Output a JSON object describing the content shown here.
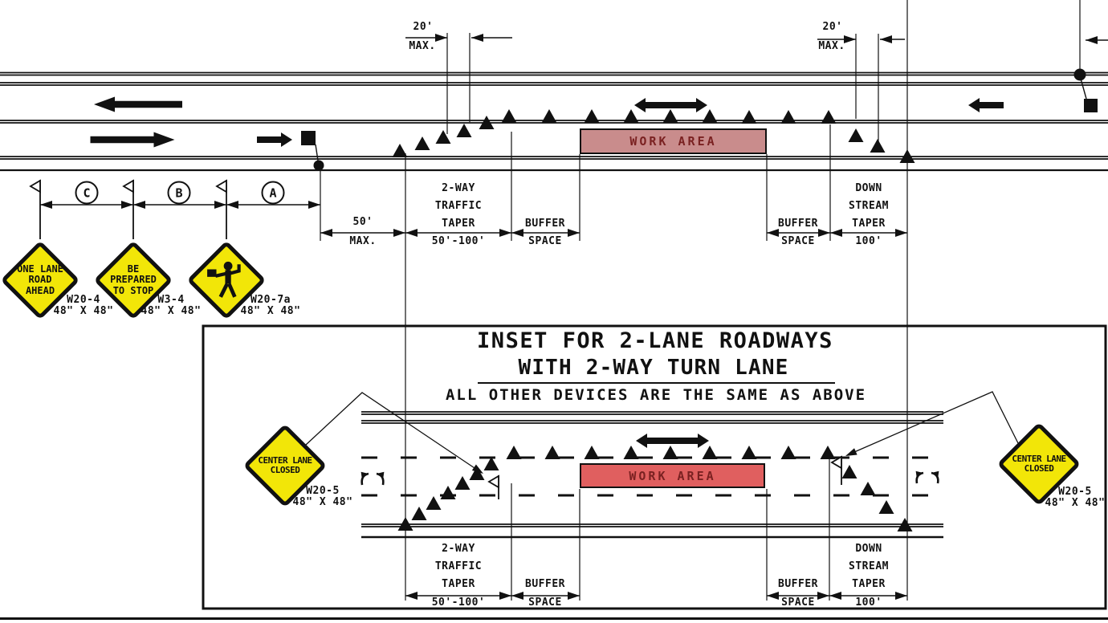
{
  "colors": {
    "background": "#FFFFFF",
    "line": "#111111",
    "sign_yellow": "#F2E608",
    "work_area_top_fill": "#C98C8C",
    "work_area_inset_fill": "#E05F5F",
    "work_area_text": "#7A2121"
  },
  "top": {
    "dim20_left": {
      "value": "20'",
      "label": "MAX."
    },
    "dim20_right": {
      "value": "20'",
      "label": "MAX."
    },
    "work_area_label": "WORK AREA",
    "station_letters": [
      "C",
      "B",
      "A"
    ],
    "dims": {
      "d50": {
        "l1": "50'",
        "l2": "MAX."
      },
      "taper": {
        "l1": "2-WAY",
        "l2": "TRAFFIC",
        "l3": "TAPER",
        "l4": "50'-100'"
      },
      "buffer_left": {
        "l1": "BUFFER",
        "l2": "SPACE"
      },
      "buffer_right": {
        "l1": "BUFFER",
        "l2": "SPACE"
      },
      "downstream": {
        "l1": "DOWN",
        "l2": "STREAM",
        "l3": "TAPER",
        "l4": "100'"
      }
    },
    "signs": {
      "w20_4": {
        "line1": "ONE LANE",
        "line2": "ROAD",
        "line3": "AHEAD",
        "code": "W20-4",
        "size": "48\" X 48\""
      },
      "w3_4": {
        "line1": "BE",
        "line2": "PREPARED",
        "line3": "TO STOP",
        "code": "W3-4",
        "size": "48\" X 48\""
      },
      "w20_7a": {
        "code": "W20-7a",
        "size": "48\" X 48\""
      }
    }
  },
  "inset": {
    "title_line1": "INSET FOR 2-LANE ROADWAYS",
    "title_line2": "WITH 2-WAY TURN LANE",
    "note": "ALL OTHER DEVICES ARE THE SAME AS ABOVE",
    "work_area_label": "WORK AREA",
    "dims": {
      "taper": {
        "l1": "2-WAY",
        "l2": "TRAFFIC",
        "l3": "TAPER",
        "l4": "50'-100'"
      },
      "buffer_left": {
        "l1": "BUFFER",
        "l2": "SPACE"
      },
      "buffer_right": {
        "l1": "BUFFER",
        "l2": "SPACE"
      },
      "downstream": {
        "l1": "DOWN",
        "l2": "STREAM",
        "l3": "TAPER",
        "l4": "100'"
      }
    },
    "signs": {
      "w20_5_left": {
        "line1": "CENTER LANE",
        "line2": "CLOSED",
        "code": "W20-5",
        "size": "48\" X 48\""
      },
      "w20_5_right": {
        "line1": "CENTER LANE",
        "line2": "CLOSED",
        "code": "W20-5",
        "size": "48\" X 48\""
      }
    }
  }
}
